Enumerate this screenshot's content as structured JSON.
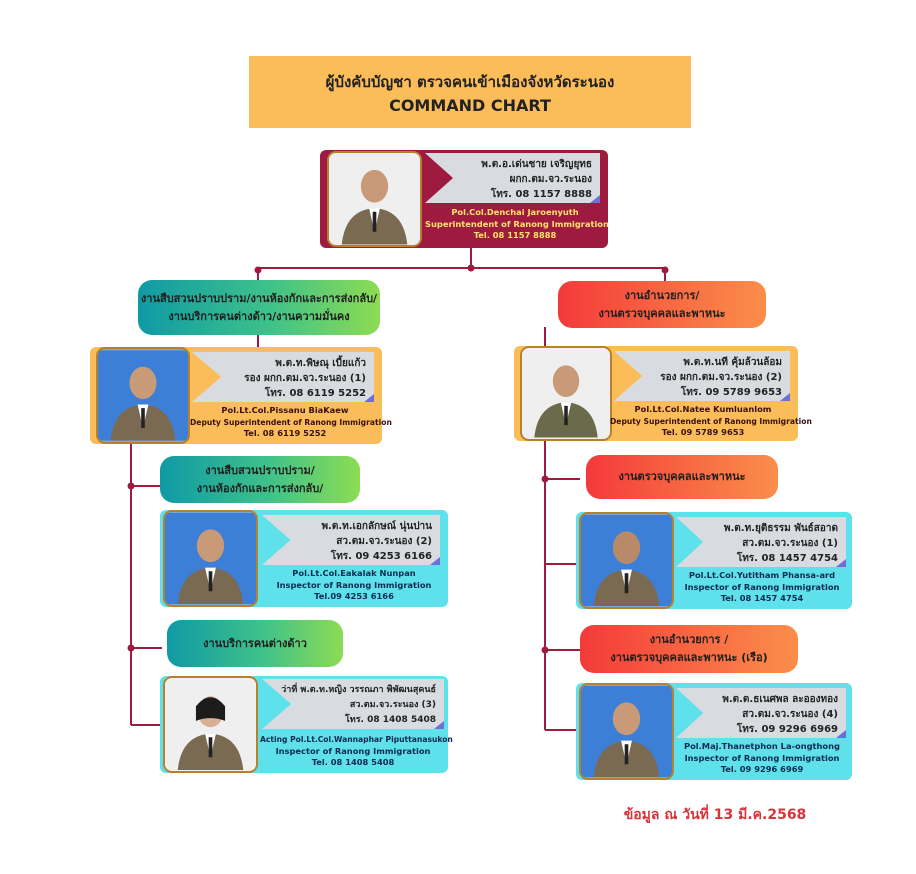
{
  "header": {
    "title_th": "ผู้บังคับบัญชา ตรวจคนเข้าเมืองจังหวัดระนอง",
    "title_en": "COMMAND CHART"
  },
  "colors": {
    "title_bg": "#fbbd5a",
    "top_card": "#9e1b3f",
    "orange_card": "#fbbd5a",
    "cyan_card": "#5ee1ea",
    "connector": "#9e1b3f",
    "footer_text": "#d8343a"
  },
  "superintendent": {
    "name_th": "พ.ต.อ.เด่นชาย  เจริญยุทธ",
    "position_th": "ผกก.ตม.จว.ระนอง",
    "phone_th": "โทร. 08 1157 8888",
    "name_en": "Pol.Col.Denchai  Jaroenyuth",
    "position_en": "Superintendent of Ranong Immigration",
    "phone_en": "Tel. 08 1157 8888"
  },
  "left_group": {
    "label_line1": "งานสืบสวนปราบปราม/งานห้องกักและการส่งกลับ/",
    "label_line2": "งานบริการคนต่างด้าว/งานความมั่นคง",
    "deputy": {
      "name_th": "พ.ต.ท.พิษณุ เบี้ยแก้ว",
      "position_th": "รอง ผกก.ตม.จว.ระนอง (1)",
      "phone_th": "โทร. 08 6119 5252",
      "name_en": "Pol.Lt.Col.Pissanu BiaKaew",
      "position_en": "Deputy Superintendent of Ranong Immigration",
      "phone_en": "Tel. 08 6119 5252"
    },
    "sub1": {
      "label_line1": "งานสืบสวนปราบปราม/",
      "label_line2": "งานห้องกักและการส่งกลับ/",
      "officer": {
        "name_th": "พ.ต.ท.เอกลักษณ์ นุ่นปาน",
        "position_th": "สว.ตม.จว.ระนอง (2)",
        "phone_th": "โทร. 09 4253 6166",
        "name_en": "Pol.Lt.Col.Eakalak Nunpan",
        "position_en": "Inspector of Ranong Immigration",
        "phone_en": "Tel.09 4253 6166"
      }
    },
    "sub2": {
      "label_line1": "งานบริการคนต่างด้าว",
      "officer": {
        "name_th": "ว่าที่ พ.ต.ท.หญิง วรรณภา พิพัฒนสุคนธ์",
        "position_th": "สว.ตม.จว.ระนอง (3)",
        "phone_th": "โทร. 08 1408 5408",
        "name_en": "Acting Pol.Lt.Col.Wannaphar Piputtanasukon",
        "position_en": "Inspector of Ranong Immigration",
        "phone_en": "Tel. 08 1408 5408"
      }
    }
  },
  "right_group": {
    "label_line1": "งานอำนวยการ/",
    "label_line2": "งานตรวจบุคคลและพาหนะ",
    "deputy": {
      "name_th": "พ.ต.ท.นที คุ้มล้วนล้อม",
      "position_th": "รอง ผกก.ตม.จว.ระนอง (2)",
      "phone_th": "โทร. 09 5789 9653",
      "name_en": "Pol.Lt.Col.Natee  Kumluanlom",
      "position_en": "Deputy Superintendent of Ranong Immigration",
      "phone_en": "Tel. 09 5789 9653"
    },
    "sub1": {
      "label_line1": "งานตรวจบุคคลและพาหนะ",
      "officer": {
        "name_th": "พ.ต.ท.ยุติธรรม พันธ์สอาด",
        "position_th": "สว.ตม.จว.ระนอง (1)",
        "phone_th": "โทร. 08 1457 4754",
        "name_en": "Pol.Lt.Col.Yutitham Phansa-ard",
        "position_en": "Inspector of Ranong Immigration",
        "phone_en": "Tel. 08 1457 4754"
      }
    },
    "sub2": {
      "label_line1": "งานอำนวยการ /",
      "label_line2": "งานตรวจบุคคลและพาหนะ (เรือ)",
      "officer": {
        "name_th": "พ.ต.ต.ธเนศพล ละอองทอง",
        "position_th": "สว.ตม.จว.ระนอง (4)",
        "phone_th": "โทร. 09 9296 6969",
        "name_en": "Pol.Maj.Thanetphon La-ongthong",
        "position_en": "Inspector of Ranong Immigration",
        "phone_en": "Tel. 09 9296 6969"
      }
    }
  },
  "footer": {
    "date_text": "ข้อมูล ณ วันที่ 13 มี.ค.2568"
  }
}
